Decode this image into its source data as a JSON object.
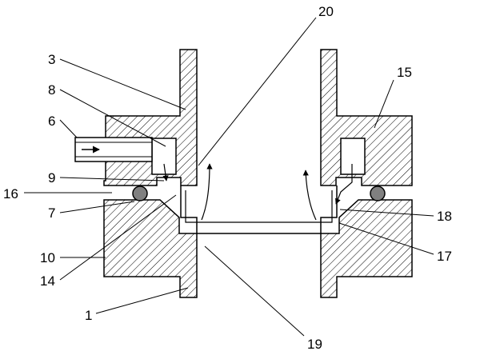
{
  "labels": {
    "n1": "1",
    "n3": "3",
    "n6": "6",
    "n7": "7",
    "n8": "8",
    "n9": "9",
    "n10": "10",
    "n14": "14",
    "n15": "15",
    "n16": "16",
    "n17": "17",
    "n18": "18",
    "n19": "19",
    "n20": "20"
  },
  "colors": {
    "line": "#000000",
    "hatch": "#000000",
    "seal": "#808080"
  }
}
